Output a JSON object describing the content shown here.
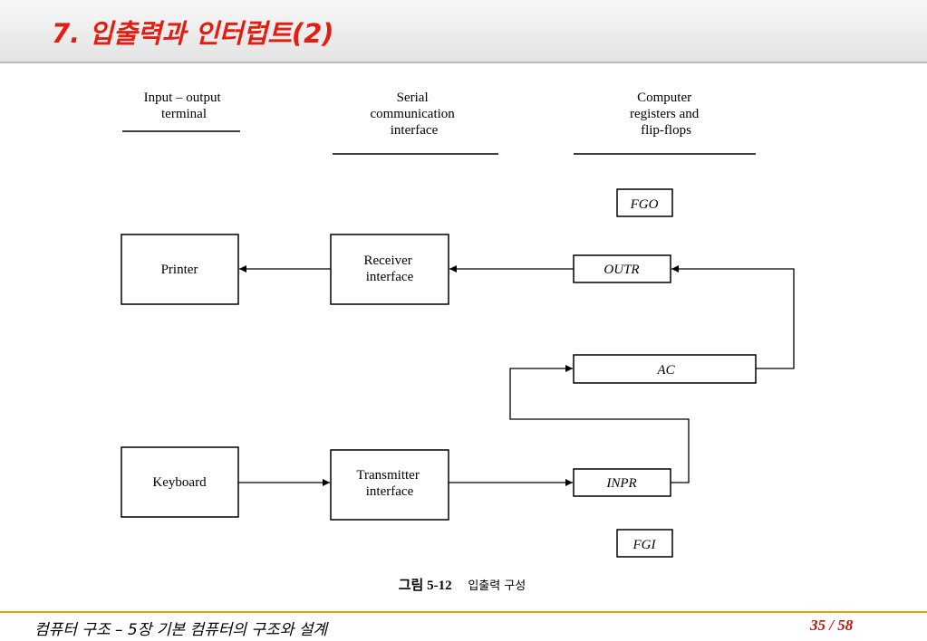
{
  "slide": {
    "title": "7. 입출력과 인터럽트(2)",
    "footer_text": "컴퓨터 구조 – 5장 기본 컴퓨터의 구조와 설계",
    "page_number": "35 / 58",
    "title_color": "#e01e12",
    "accent_color": "#e8a100"
  },
  "diagram": {
    "columns": {
      "terminal": [
        "Input – output",
        "terminal"
      ],
      "serial": [
        "Serial",
        "communication",
        "interface"
      ],
      "computer": [
        "Computer",
        "registers and",
        "flip-flops"
      ]
    },
    "boxes": {
      "printer": "Printer",
      "keyboard": "Keyboard",
      "receiver": [
        "Receiver",
        "interface"
      ],
      "transmitter": [
        "Transmitter",
        "interface"
      ],
      "fgo": "FGO",
      "outr": "OUTR",
      "ac": "AC",
      "inpr": "INPR",
      "fgi": "FGI"
    },
    "caption_label": "그림 5-12",
    "caption_text": "입출력 구성"
  }
}
